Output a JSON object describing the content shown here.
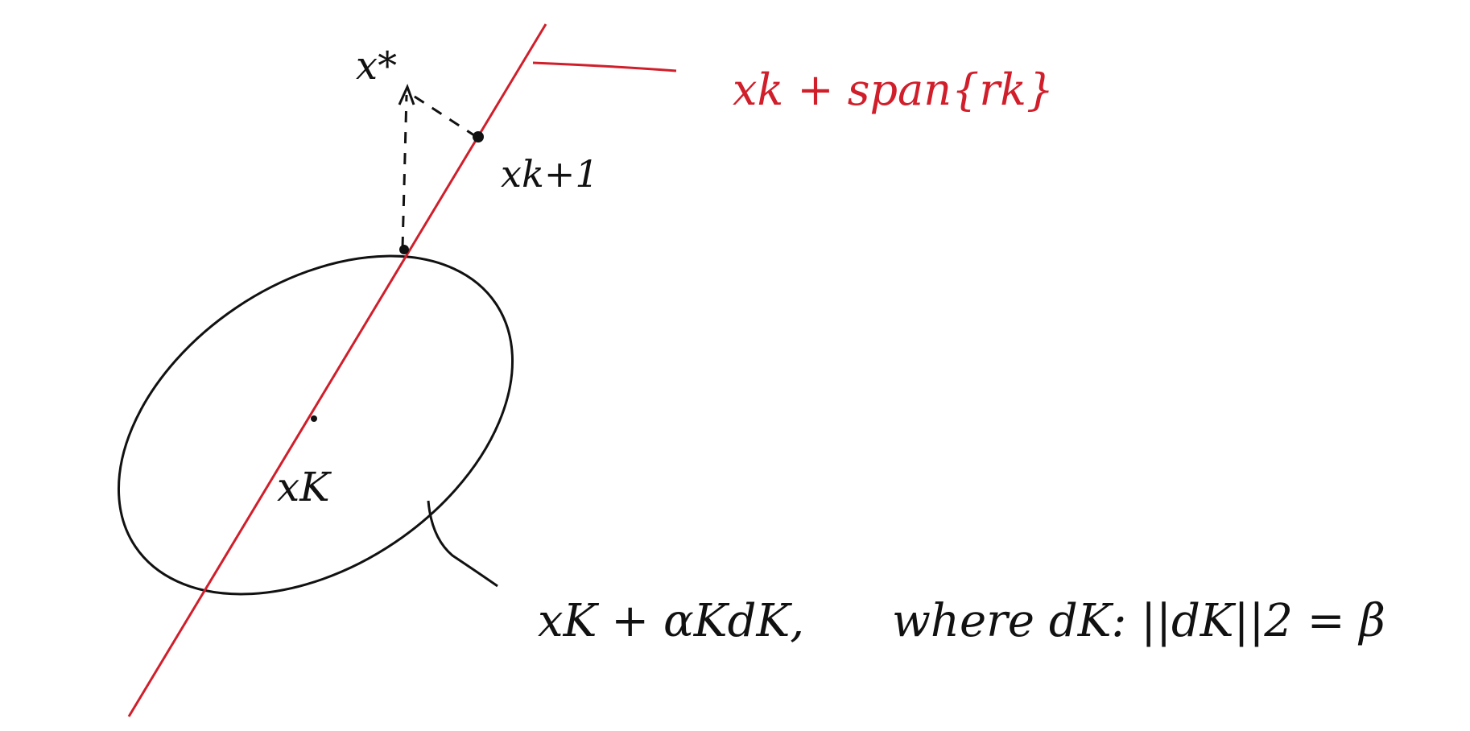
{
  "diagram": {
    "colors": {
      "ink": "#111111",
      "red": "#d01f2b",
      "background": "#ffffff"
    },
    "labels": {
      "x_star": "x*",
      "x_k_plus_1": "xk+1",
      "x_k": "xK",
      "line_label": "xk + span{rk}",
      "ellipse_formula": "xK + αKdK,",
      "where_clause": "where  dK:  ||dK||2 = β"
    }
  }
}
